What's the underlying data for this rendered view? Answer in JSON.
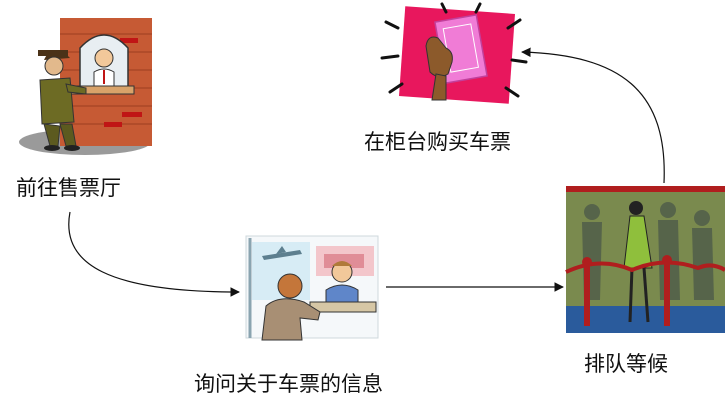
{
  "steps": [
    {
      "label": "前往售票厅",
      "icon": "ticket-booth-clipart"
    },
    {
      "label": "在柜台购买车票",
      "icon": "hand-holding-ticket-clipart"
    },
    {
      "label": "询问关于车票的信息",
      "icon": "travel-agent-counter-clipart"
    },
    {
      "label": "排队等候",
      "icon": "queue-people-clipart"
    }
  ],
  "colors": {
    "text": "#111111",
    "arrow": "#111111",
    "ticket_burst": "#e8175d",
    "ticket": "#f07cd6",
    "queue_background": "#7a8a4e",
    "rope": "#b01e1e"
  }
}
